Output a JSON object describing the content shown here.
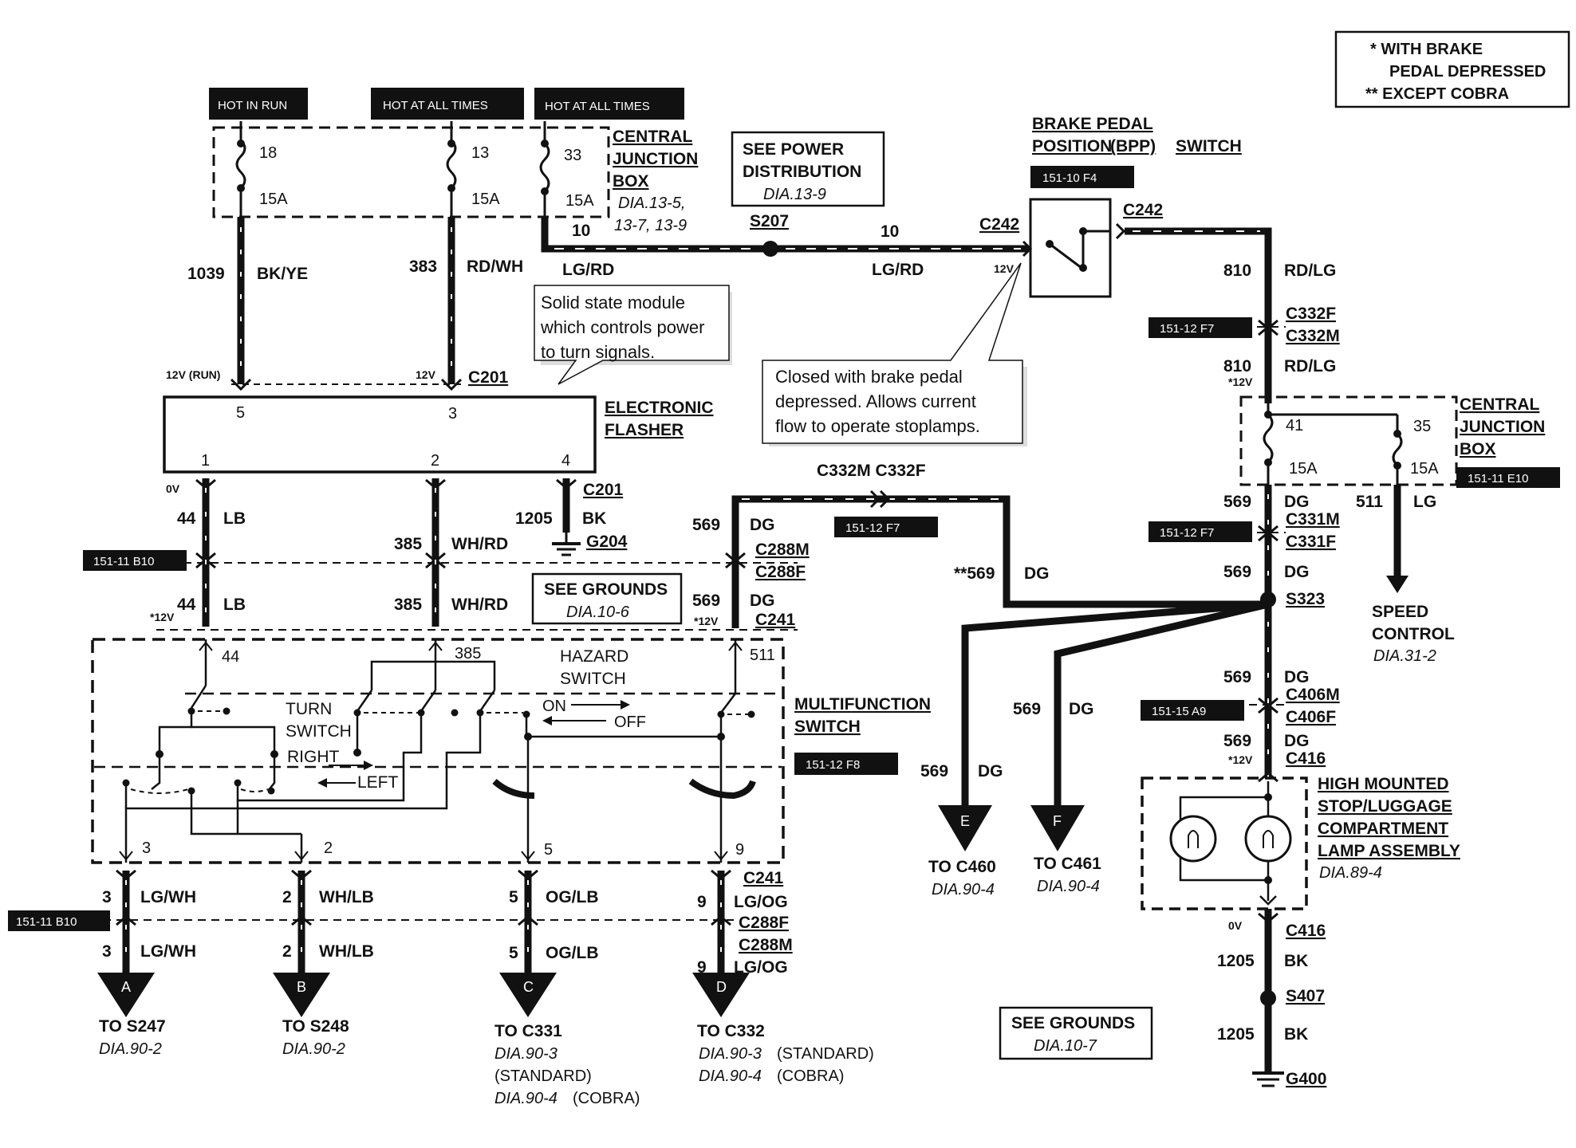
{
  "legend": {
    "line1": "* WITH BRAKE",
    "line2": "PEDAL DEPRESSED",
    "line3": "** EXCEPT COBRA"
  },
  "power_tags": {
    "hot_in_run": "HOT IN RUN",
    "hot_at_all_times_1": "HOT AT ALL TIMES",
    "hot_at_all_times_2": "HOT AT ALL TIMES"
  },
  "cjb_top": {
    "title1": "CENTRAL",
    "title2": "JUNCTION",
    "title3": "BOX",
    "dia1": "DIA.13-5,",
    "dia2": "13-7, 13-9",
    "fuse_18": "18",
    "fuse_13": "13",
    "fuse_33": "33",
    "amp_a": "15A",
    "amp_b": "15A",
    "amp_c": "15A"
  },
  "see_power": {
    "line1": "SEE POWER",
    "line2": "DISTRIBUTION",
    "dia": "DIA.13-9"
  },
  "bpp": {
    "title1": "BRAKE PEDAL",
    "title2a": "POSITION",
    "title2b": "(BPP)",
    "title2c": "SWITCH",
    "ref": "151-10 F4",
    "c242_left": "C242",
    "c242_right": "C242",
    "v12": "12V"
  },
  "wires_top": {
    "w1039": "1039",
    "bkye": "BK/YE",
    "w383": "383",
    "rdwh": "RD/WH",
    "w10a": "10",
    "lgrd_a": "LG/RD",
    "s207": "S207",
    "w10b": "10",
    "lgrd_b": "LG/RD",
    "v12run": "12V (RUN)",
    "v12b": "12V",
    "c201_top": "C201"
  },
  "callout1": {
    "line1": "Solid state module",
    "line2": "which controls power",
    "line3": "to turn signals."
  },
  "callout2": {
    "line1": "Closed with brake pedal",
    "line2": "depressed. Allows current",
    "line3": "flow to operate stoplamps."
  },
  "flasher": {
    "title1": "ELECTRONIC",
    "title2": "FLASHER",
    "pin5": "5",
    "pin3": "3",
    "pin1": "1",
    "pin2": "2",
    "pin4": "4"
  },
  "left_wires": {
    "v0": "0V",
    "w44a": "44",
    "lba": "LB",
    "ref_b10a": "151-11 B10",
    "w385a": "385",
    "whrda": "WH/RD",
    "c201b": "C201",
    "w1205": "1205",
    "bk": "BK",
    "g204": "G204",
    "w44b": "44",
    "lbb": "LB",
    "star12": "*12V",
    "w385b": "385",
    "whrdb": "WH/RD",
    "see_grounds": "SEE GROUNDS",
    "see_grounds_dia": "DIA.10-6"
  },
  "dg_path": {
    "w569a": "569",
    "dga": "DG",
    "c288m": "C288M",
    "c288f": "C288F",
    "w569b": "569",
    "dgb": "DG",
    "star12b": "*12V",
    "c241": "C241",
    "c332m_c332f": "C332M C332F",
    "ref_f7": "151-12 F7",
    "w569c": "**569",
    "dgc": "DG"
  },
  "mfs": {
    "p44": "44",
    "p385": "385",
    "p511": "511",
    "hazard1": "HAZARD",
    "hazard2": "SWITCH",
    "on": "ON",
    "off": "OFF",
    "turn1": "TURN",
    "turn2": "SWITCH",
    "right": "RIGHT",
    "left": "LEFT",
    "title1": "MULTIFUNCTION",
    "title2": "SWITCH",
    "ref_f8": "151-12 F8",
    "p3": "3",
    "p2": "2",
    "p5": "5",
    "p9": "9"
  },
  "bottom_wires": {
    "c241b": "C241",
    "w3a": "3",
    "lgwha": "LG/WH",
    "w2a": "2",
    "whlba": "WH/LB",
    "w5a": "5",
    "oglba": "OG/LB",
    "w9a": "9",
    "lgoga": "LG/OG",
    "c288fb": "C288F",
    "c288mb": "C288M",
    "ref_b10b": "151-11 B10",
    "w3b": "3",
    "lgwhb": "LG/WH",
    "w2b": "2",
    "whlbb": "WH/LB",
    "w5b": "5",
    "oglbb": "OG/LB",
    "w9b": "9",
    "lgogb": "LG/OG"
  },
  "arrows": {
    "a": "A",
    "a_to": "TO S247",
    "a_dia": "DIA.90-2",
    "b": "B",
    "b_to": "TO S248",
    "b_dia": "DIA.90-2",
    "c": "C",
    "c_to": "TO C331",
    "c_dia1": "DIA.90-3",
    "c_std": "(STANDARD)",
    "c_dia2": "DIA.90-4",
    "c_cobra": "(COBRA)",
    "d": "D",
    "d_to": "TO C332",
    "d_dia1": "DIA.90-3",
    "d_std": "(STANDARD)",
    "d_dia2": "DIA.90-4",
    "d_cobra": "(COBRA)",
    "e": "E",
    "e_to": "TO C460",
    "e_dia": "DIA.90-4",
    "f": "F",
    "f_to": "TO C461",
    "f_dia": "DIA.90-4"
  },
  "right_section": {
    "w810a": "810",
    "rdlga": "RD/LG",
    "ref_f7b": "151-12 F7",
    "c332f": "C332F",
    "c332m": "C332M",
    "w810b": "810",
    "rdlgb": "RD/LG",
    "star12c": "*12V",
    "cjb_title1": "CENTRAL",
    "cjb_title2": "JUNCTION",
    "cjb_title3": "BOX",
    "ref_e10": "151-11 E10",
    "f41": "41",
    "f35": "35",
    "amp41": "15A",
    "amp35": "15A",
    "w569d": "569",
    "dgd": "DG",
    "w511": "511",
    "lg": "LG",
    "ref_f7c": "151-12 F7",
    "c331m": "C331M",
    "c331f": "C331F",
    "w569e": "569",
    "dge": "DG",
    "s323": "S323",
    "speed1": "SPEED",
    "speed2": "CONTROL",
    "speed_dia": "DIA.31-2",
    "w569f": "569",
    "dgf": "DG",
    "w569g": "569",
    "dgg": "DG",
    "w569h": "569",
    "dgh": "DG",
    "c406m": "C406M",
    "ref_a9": "151-15 A9",
    "c406f": "C406F",
    "w569i": "569",
    "dgi": "DG",
    "star12d": "*12V",
    "c416a": "C416",
    "hm1": "HIGH  MOUNTED",
    "hm2": "STOP/LUGGAGE",
    "hm3": "COMPARTMENT",
    "hm4": "LAMP ASSEMBLY",
    "hm_dia": "DIA.89-4",
    "v0b": "0V",
    "c416b": "C416",
    "w1205b": "1205",
    "bkb": "BK",
    "s407": "S407",
    "w1205c": "1205",
    "bkc": "BK",
    "g400": "G400",
    "see_grounds2": "SEE GROUNDS",
    "see_grounds2_dia": "DIA.10-7"
  }
}
